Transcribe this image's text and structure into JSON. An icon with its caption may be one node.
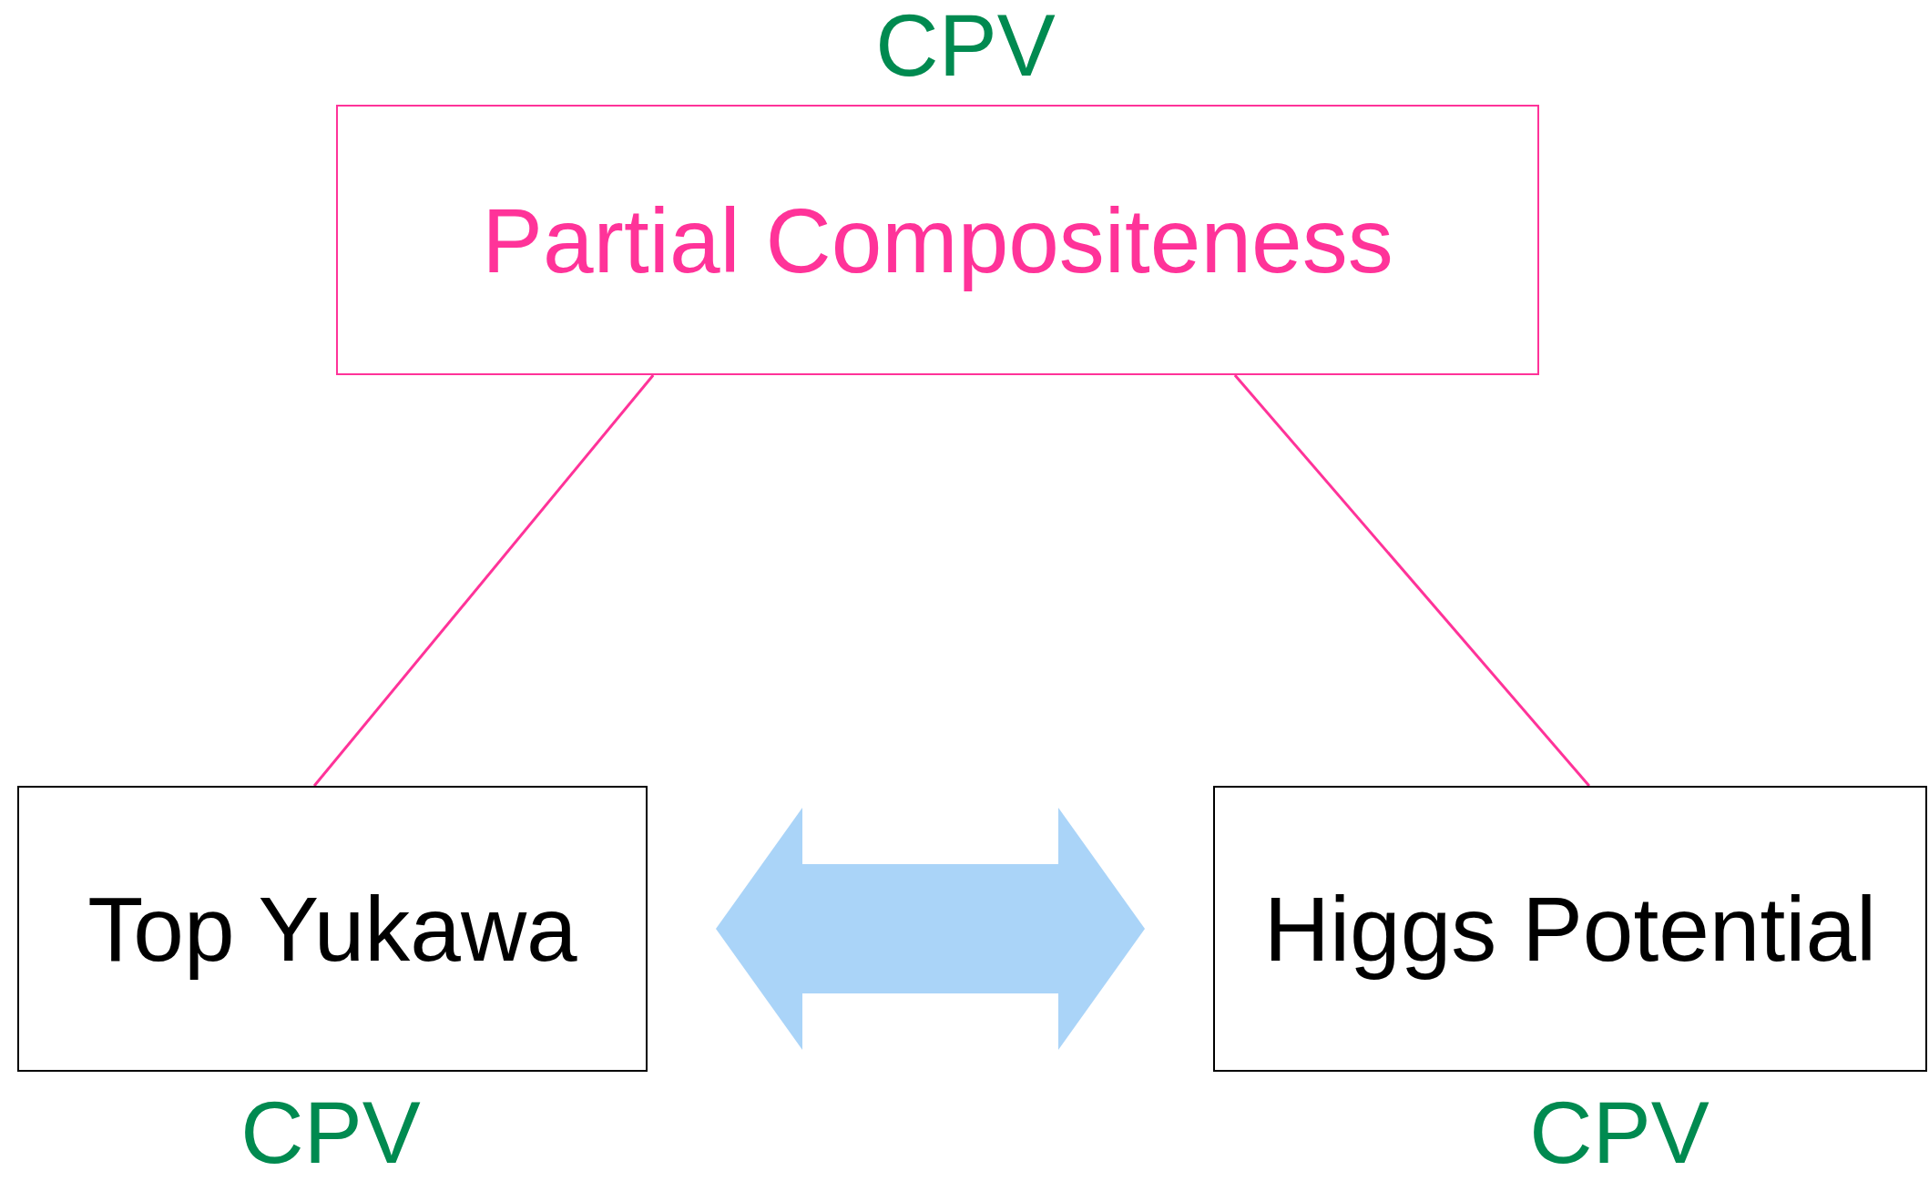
{
  "diagram": {
    "nodes": [
      {
        "text": [
          "Partial Compositeness"
        ],
        "beside": [
          "CPV"
        ]
      },
      {
        "text": [
          "Top Yukawa"
        ],
        "beside": [
          "CPV"
        ]
      },
      {
        "text": [
          "Higgs Potential"
        ],
        "beside": [
          "CPV"
        ]
      }
    ],
    "edges": [
      {
        "from": 0,
        "to": 1,
        "arrow": "none"
      },
      {
        "from": 0,
        "to": 2,
        "arrow": "none"
      },
      {
        "from": 1,
        "to": 2,
        "arrow": "both",
        "style": "thick",
        "color": "#aad4f8"
      }
    ]
  }
}
